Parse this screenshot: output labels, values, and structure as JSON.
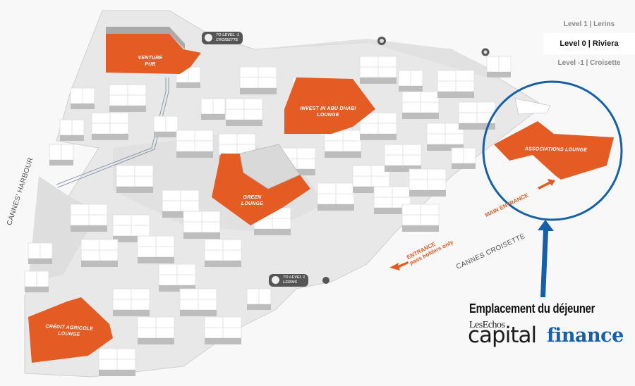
{
  "levels": [
    {
      "label": "Level 1 | Lerins",
      "active": false
    },
    {
      "label": "Level 0 | Riviera",
      "active": true
    },
    {
      "label": "Level -1 | Croisette",
      "active": false
    }
  ],
  "lounges": {
    "venture_pub": {
      "line1": "VENTURE",
      "line2": "PUB"
    },
    "abu_dhabi": {
      "line1": "INVEST IN ABU DHABI",
      "line2": "LOUNGE"
    },
    "green": {
      "line1": "GREEN",
      "line2": "LOUNGE"
    },
    "credit_agricole": {
      "line1": "CRÉDIT AGRICOLE",
      "line2": "LOUNGE"
    },
    "associations": {
      "line1": "ASSOCIATIONS LOUNGE"
    }
  },
  "badges": {
    "to_croisette": {
      "line1": "TO LEVEL -1",
      "line2": "CROISETTE",
      "icon": "escalator-icon"
    },
    "to_lerins": {
      "line1": "TO LEVEL 1",
      "line2": "LERINS",
      "icon": "escalator-icon"
    }
  },
  "streets": {
    "harbour": "CANNES' HARBOUR",
    "croisette": "CANNES CROISETTE"
  },
  "entrances": {
    "main": "MAIN ENTRANCE",
    "pass_line1": "ENTRANCE",
    "pass_line2": "pass holders only"
  },
  "annotation": {
    "caption": "Emplacement du déjeuner",
    "logo_top": "LesEchos",
    "logo_left": "capital",
    "logo_right": "finance"
  },
  "colors": {
    "lounge": "#e55b24",
    "highlight": "#1560a8",
    "floor": "#e6e6e6",
    "booth_top": "#ffffff",
    "booth_side": "#b9b9b9"
  }
}
